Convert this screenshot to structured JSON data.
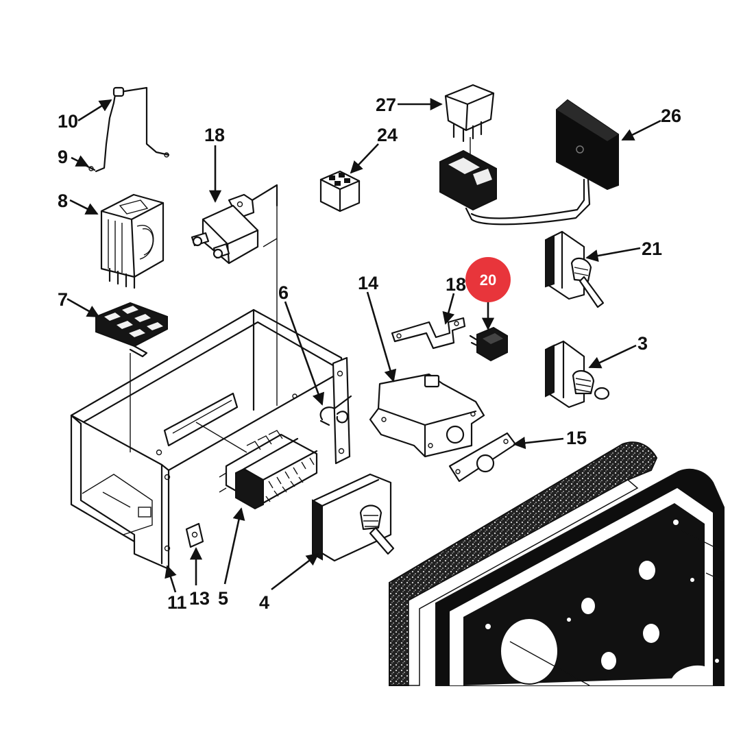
{
  "diagram": {
    "callouts": {
      "c10": "10",
      "c9": "9",
      "c8": "8",
      "c7": "7",
      "c18a": "18",
      "c18b": "18",
      "c6": "6",
      "c14": "14",
      "c24": "24",
      "c27": "27",
      "c26": "26",
      "c21": "21",
      "c3": "3",
      "c15": "15",
      "c11": "11",
      "c13": "13",
      "c5": "5",
      "c4": "4"
    },
    "highlight": {
      "label": "20",
      "color": "#e8353b"
    }
  }
}
